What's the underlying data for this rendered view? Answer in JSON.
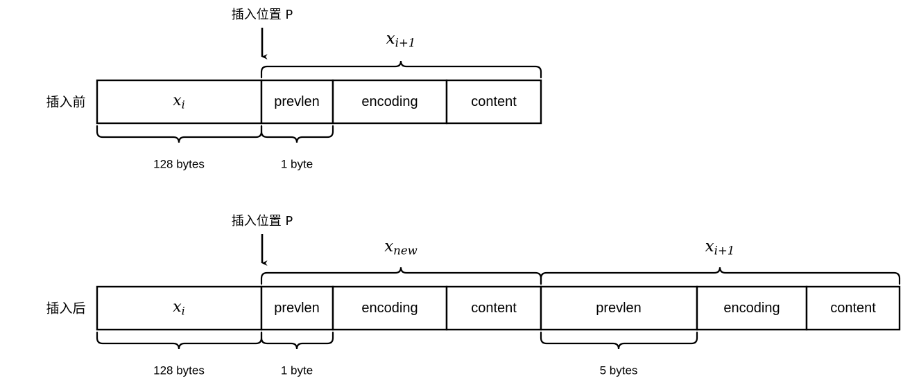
{
  "diagram": {
    "title": "ziplist cascade update insertion diagram",
    "stroke_color": "#000000",
    "background_color": "#ffffff",
    "rows": [
      {
        "id": "before",
        "caption": "插入前",
        "pointer": {
          "label": "插入位置 P"
        },
        "cells": [
          {
            "name": "xi",
            "label": "x",
            "sub": "i",
            "kind": "math"
          },
          {
            "name": "prevlen",
            "label": "prevlen",
            "kind": "text"
          },
          {
            "name": "encoding",
            "label": "encoding",
            "kind": "text"
          },
          {
            "name": "content",
            "label": "content",
            "kind": "text"
          }
        ],
        "top_braces": [
          {
            "name": "x-i-plus-1",
            "label": "x",
            "sub": "i+1",
            "kind": "math"
          }
        ],
        "bottom_braces": [
          {
            "name": "size-128-bytes",
            "label": "128 bytes"
          },
          {
            "name": "size-1-byte",
            "label": "1 byte"
          }
        ]
      },
      {
        "id": "after",
        "caption": "插入后",
        "pointer": {
          "label": "插入位置 P"
        },
        "cells": [
          {
            "name": "xi",
            "label": "x",
            "sub": "i",
            "kind": "math"
          },
          {
            "name": "prevlen-new",
            "label": "prevlen",
            "kind": "text"
          },
          {
            "name": "encoding-new",
            "label": "encoding",
            "kind": "text"
          },
          {
            "name": "content-new",
            "label": "content",
            "kind": "text"
          },
          {
            "name": "prevlen-next",
            "label": "prevlen",
            "kind": "text"
          },
          {
            "name": "encoding-next",
            "label": "encoding",
            "kind": "text"
          },
          {
            "name": "content-next",
            "label": "content",
            "kind": "text"
          }
        ],
        "top_braces": [
          {
            "name": "x-new",
            "label": "x",
            "sub": "new",
            "kind": "math"
          },
          {
            "name": "x-i-plus-1",
            "label": "x",
            "sub": "i+1",
            "kind": "math"
          }
        ],
        "bottom_braces": [
          {
            "name": "size-128-bytes",
            "label": "128 bytes"
          },
          {
            "name": "size-1-byte",
            "label": "1 byte"
          },
          {
            "name": "size-5-bytes",
            "label": "5 bytes"
          }
        ]
      }
    ]
  }
}
